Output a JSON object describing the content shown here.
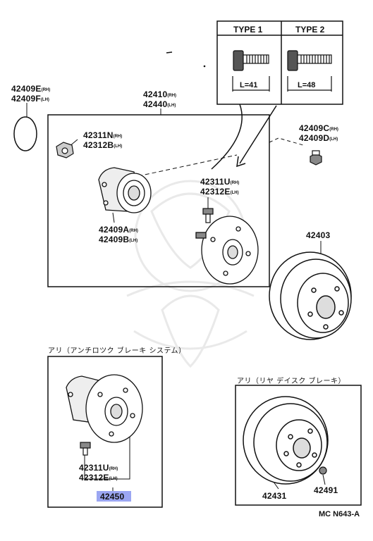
{
  "stud_types": {
    "type1": {
      "title": "TYPE 1",
      "length": "L=41"
    },
    "type2": {
      "title": "TYPE 2",
      "length": "L=48"
    }
  },
  "parts": {
    "oring": {
      "l1": "42409E",
      "s1": "(RH)",
      "l2": "42409F",
      "s2": "(LH)"
    },
    "bearing_assy": {
      "l1": "42410",
      "s1": "(RH)",
      "l2": "42440",
      "s2": "(LH)"
    },
    "nut": {
      "l1": "42311N",
      "s1": "(RH)",
      "l2": "42312B",
      "s2": "(LH)"
    },
    "bolt_top": {
      "l1": "42409C",
      "s1": "(RH)",
      "l2": "42409D",
      "s2": "(LH)"
    },
    "stud": {
      "l1": "42311U",
      "s1": "(RH)",
      "l2": "42312E",
      "s2": "(LH)"
    },
    "hub_bearing": {
      "l1": "42409A",
      "s1": "(RH)",
      "l2": "42409B",
      "s2": "(LH)"
    },
    "drum": {
      "l1": "42403"
    },
    "abs_stud": {
      "l1": "42311U",
      "s1": "(RH)",
      "l2": "42312E",
      "s2": "(LH)"
    },
    "abs_hub": {
      "l1": "42450"
    },
    "disc": {
      "l1": "42431"
    },
    "disc_screw": {
      "l1": "42491"
    }
  },
  "captions": {
    "abs": "アリ（アンチロツク ブレーキ システム）",
    "disc": "アリ（リヤ デイスク ブレーキ）"
  },
  "figure_ref": "MC N643-A",
  "highlight_color": "#9ba6f2"
}
